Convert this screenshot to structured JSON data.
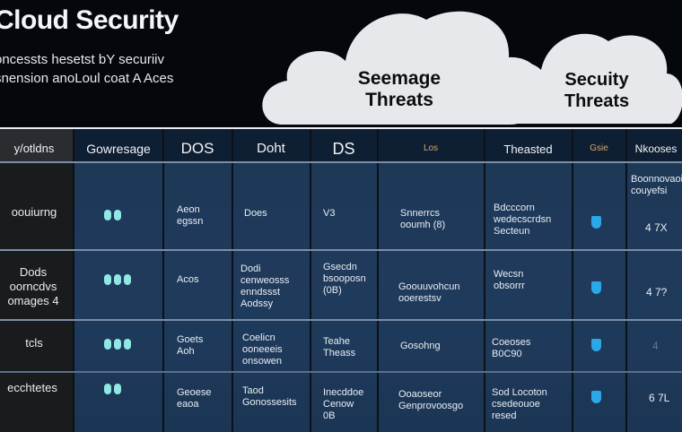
{
  "header": {
    "title": "Cloud Security",
    "subtitle_lines": [
      "oncessts hesetst bY securiiv",
      "snension anoLoul coat A Aces"
    ]
  },
  "clouds": [
    {
      "lines": [
        "Seemage",
        "Threats"
      ]
    },
    {
      "lines": [
        "Secuity",
        "Threats"
      ]
    }
  ],
  "table": {
    "headers": [
      "y/otldns",
      "Gowresage",
      "DOS",
      "Doht",
      "DS",
      "Los",
      "Theasted",
      "Gsie",
      "Nkooses"
    ],
    "rows": [
      {
        "label": [
          "oouiurng"
        ],
        "indicator": "((",
        "c2": [
          "Aeon",
          "egssn"
        ],
        "c3": [
          "Does"
        ],
        "c4": [
          "V3"
        ],
        "c5": [
          "Snnerrcs",
          "ooumh (8)"
        ],
        "c6": [
          "Bdcccorn",
          "wedecscrdsn",
          "Secteun"
        ],
        "c8": [
          "Boonnovaoi",
          "couyefsi",
          "4 7X"
        ]
      },
      {
        "label": [
          "Dods",
          "oorncdvs",
          "omages 4"
        ],
        "indicator": "(()",
        "c2": [
          "Acos"
        ],
        "c3": [
          "Dodi",
          "cenweosss",
          "enndssst",
          "Aodssy"
        ],
        "c4": [
          "Gsecdn",
          "bsooposn",
          "(0B)"
        ],
        "c5": [
          "Goouuvohcun",
          "ooerestsv"
        ],
        "c6": [
          "Wecsn",
          "obsorrr"
        ],
        "c8": [
          "4 7?"
        ]
      },
      {
        "label": [
          "tcls"
        ],
        "indicator": "(()",
        "c2": [
          "Goets",
          "Aoh"
        ],
        "c3": [
          "Coelicn",
          "ooneeeis",
          "onsowen"
        ],
        "c4": [
          "Teahe",
          "Theass"
        ],
        "c5": [
          "Gosohng"
        ],
        "c6": [
          "Coeoses",
          "B0C90"
        ],
        "c8": [
          "4"
        ]
      },
      {
        "label": [
          "ecchtetes"
        ],
        "indicator": "((",
        "c2": [
          "Geoese",
          "eaoa"
        ],
        "c3": [
          "Taod",
          "Gonossesits"
        ],
        "c4": [
          "Inecddoe",
          "Cenow",
          "0B"
        ],
        "c5": [
          "Ooaoseor",
          "Genprovoosgo"
        ],
        "c6": [
          "Sod Locoton",
          "csedeouoe",
          "resed"
        ],
        "c8": [
          "6 7L"
        ]
      }
    ]
  },
  "colors": {
    "background": "#04070c",
    "row_label_bg": "#1a1b1d",
    "cell_bg": "#1f3a5a",
    "cloud": "#e6e8eb",
    "indicator": "#8fe8e4",
    "shield": "#2aa8e8"
  }
}
